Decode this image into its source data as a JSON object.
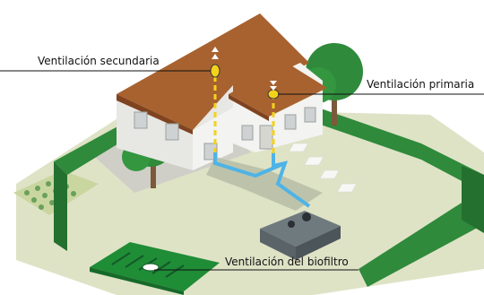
{
  "labels": {
    "secondary_vent": "Ventilación secundaria",
    "primary_vent": "Ventilación primaria",
    "biofilter_vent": "Ventilación del biofiltro"
  },
  "colors": {
    "roof": "#a8622f",
    "wall": "#f3f3f1",
    "hedge": "#2f8a3b",
    "lawn": "#dde2c4",
    "pipe": "#4fb3e6",
    "vent_line": "#f4d21a",
    "biofilter": "#1f8c36"
  },
  "icons": [
    "tree-icon",
    "tank-icon",
    "vent-cap-icon"
  ]
}
